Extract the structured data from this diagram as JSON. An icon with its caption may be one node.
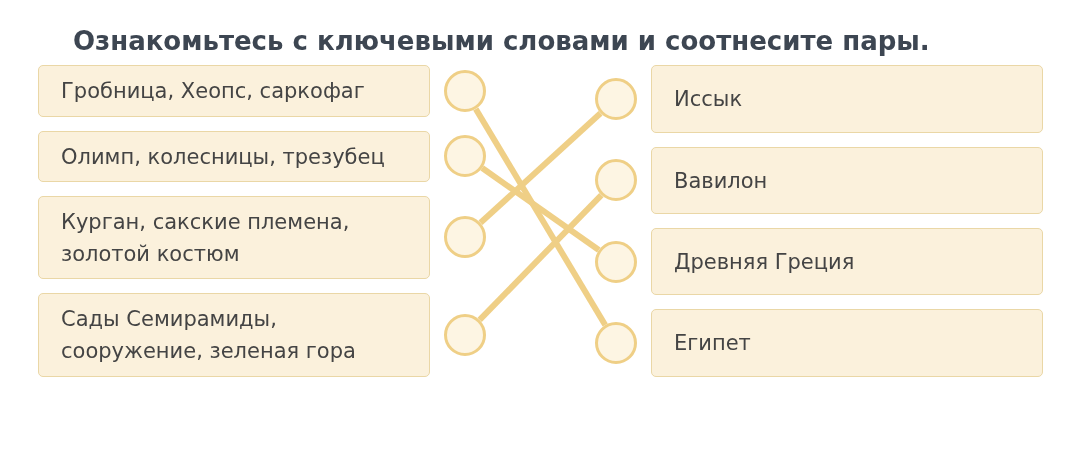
{
  "diagram": {
    "title": "Ознакомьтесь с ключевыми словами и соотнесите пары.",
    "nodes": [
      {
        "text": [
          "Гробница, Хеопс, саркофаг"
        ]
      },
      {
        "text": [
          "Олимп, колесницы, трезубец"
        ]
      },
      {
        "text": [
          "Курган, сакские племена, золотой костюм"
        ]
      },
      {
        "text": [
          "Сады Семирамиды, сооружение, зеленая гора"
        ]
      },
      {
        "text": [],
        "shape": "circle"
      },
      {
        "text": [],
        "shape": "circle"
      },
      {
        "text": [],
        "shape": "circle"
      },
      {
        "text": [],
        "shape": "circle"
      },
      {
        "text": [],
        "shape": "circle"
      },
      {
        "text": [],
        "shape": "circle"
      },
      {
        "text": [],
        "shape": "circle"
      },
      {
        "text": [],
        "shape": "circle"
      },
      {
        "text": [
          "Иссык"
        ]
      },
      {
        "text": [
          "Вавилон"
        ]
      },
      {
        "text": [
          "Древняя Греция"
        ]
      },
      {
        "text": [
          "Египет"
        ]
      }
    ],
    "edges": [
      {
        "from": 4,
        "to": 11,
        "arrow": "none"
      },
      {
        "from": 5,
        "to": 10,
        "arrow": "none"
      },
      {
        "from": 6,
        "to": 8,
        "arrow": "none"
      },
      {
        "from": 7,
        "to": 9,
        "arrow": "none"
      }
    ]
  }
}
